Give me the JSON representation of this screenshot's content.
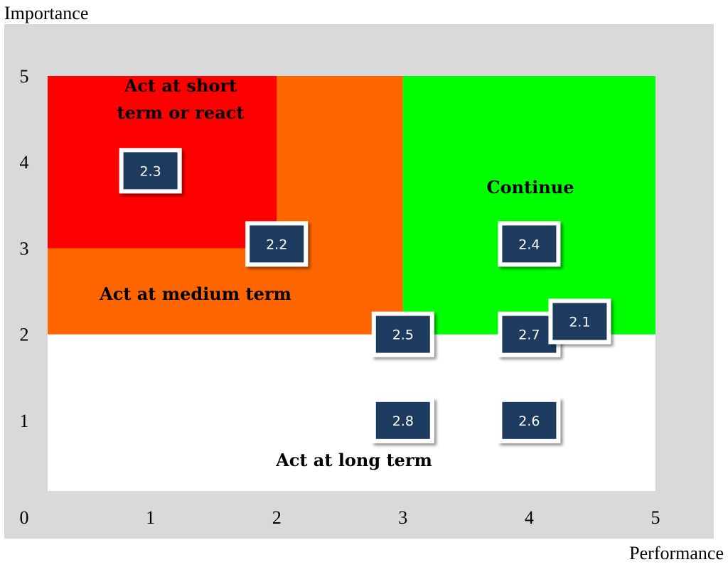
{
  "chart_data": {
    "type": "scatter",
    "title": "",
    "xlabel": "Performance",
    "ylabel": "Importance",
    "xlim": [
      0,
      5
    ],
    "ylim": [
      0,
      5
    ],
    "x_ticks": [
      "0",
      "1",
      "2",
      "3",
      "4",
      "5"
    ],
    "y_ticks": [
      "1",
      "2",
      "3",
      "4",
      "5"
    ],
    "grid": false,
    "legend": "none",
    "colors": {
      "plot_background": "#d9d9d9",
      "act_short_term": "#ff0000",
      "act_medium_term": "#ff6600",
      "continue": "#00ff00",
      "act_long_term": "#ffffff",
      "marker_fill": "#1f3a5f",
      "marker_border": "#ffffff"
    },
    "zones": [
      {
        "id": "long",
        "label_lines": [
          "Act at long term"
        ],
        "color_key": "act_long_term",
        "x": [
          0,
          5
        ],
        "y": [
          0,
          2
        ]
      },
      {
        "id": "medium",
        "label_lines": [
          "Act at medium term"
        ],
        "color_key": "act_medium_term",
        "x": [
          0,
          3
        ],
        "y": [
          2,
          5
        ]
      },
      {
        "id": "short",
        "label_lines": [
          "Act at short",
          "term or react"
        ],
        "color_key": "act_short_term",
        "x": [
          0,
          2
        ],
        "y": [
          3,
          5
        ]
      },
      {
        "id": "continue",
        "label_lines": [
          "Continue"
        ],
        "color_key": "continue",
        "x": [
          3,
          5
        ],
        "y": [
          2,
          5
        ]
      }
    ],
    "points": [
      {
        "label": "2.3",
        "x": 1.0,
        "y": 3.9
      },
      {
        "label": "2.2",
        "x": 2.0,
        "y": 3.05
      },
      {
        "label": "2.4",
        "x": 4.0,
        "y": 3.05
      },
      {
        "label": "2.5",
        "x": 3.0,
        "y": 2.0
      },
      {
        "label": "2.7",
        "x": 4.0,
        "y": 2.0
      },
      {
        "label": "2.1",
        "x": 4.4,
        "y": 2.15
      },
      {
        "label": "2.8",
        "x": 3.0,
        "y": 1.0
      },
      {
        "label": "2.6",
        "x": 4.0,
        "y": 1.0
      }
    ]
  }
}
